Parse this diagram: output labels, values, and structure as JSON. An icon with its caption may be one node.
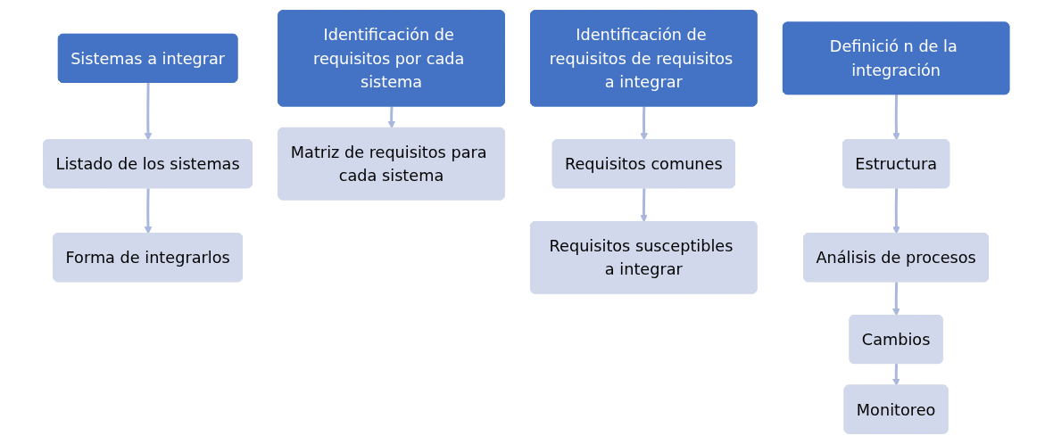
{
  "diagram": {
    "nodes": [
      {
        "text": [
          "Sistemas a integrar"
        ]
      },
      {
        "text": [
          "Listado de los sistemas"
        ]
      },
      {
        "text": [
          "Forma de integrarlos"
        ]
      },
      {
        "text": [
          "Identificación de requisitos por cada sistema"
        ]
      },
      {
        "text": [
          "Matriz de requisitos para cada sistema"
        ]
      },
      {
        "text": [
          "Identificación de requisitos de requisitos a integrar"
        ]
      },
      {
        "text": [
          "Requisitos comunes"
        ]
      },
      {
        "text": [
          "Requisitos susceptibles a integrar"
        ]
      },
      {
        "text": [
          "Definició n de la integración"
        ]
      },
      {
        "text": [
          "Estructura"
        ]
      },
      {
        "text": [
          "Análisis de procesos"
        ]
      },
      {
        "text": [
          "Cambios"
        ]
      },
      {
        "text": [
          "Monitoreo"
        ]
      }
    ],
    "edges": [
      {
        "from": 0,
        "to": 1,
        "arrow": "to"
      },
      {
        "from": 1,
        "to": 2,
        "arrow": "to"
      },
      {
        "from": 3,
        "to": 4,
        "arrow": "to"
      },
      {
        "from": 5,
        "to": 6,
        "arrow": "to"
      },
      {
        "from": 6,
        "to": 7,
        "arrow": "to"
      },
      {
        "from": 8,
        "to": 9,
        "arrow": "to"
      },
      {
        "from": 9,
        "to": 10,
        "arrow": "to"
      },
      {
        "from": 10,
        "to": 11,
        "arrow": "to"
      },
      {
        "from": 11,
        "to": 12,
        "arrow": "to"
      }
    ]
  }
}
